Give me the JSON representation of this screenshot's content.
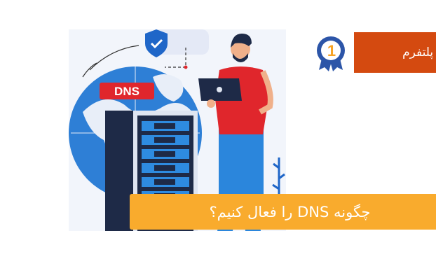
{
  "banner": {
    "label": "ن پلتفرم",
    "color": "#d44a10"
  },
  "badge": {
    "icon": "medal-rank-1-icon",
    "number": "1"
  },
  "title": {
    "text": "چگونه DNS را فعال کنیم؟",
    "color": "#f9ab2d"
  },
  "illustration": {
    "sign_text": "DNS",
    "icons": [
      "globe-icon",
      "shield-check-icon",
      "server-rack-icon",
      "person-with-laptop",
      "plant-icon"
    ]
  }
}
